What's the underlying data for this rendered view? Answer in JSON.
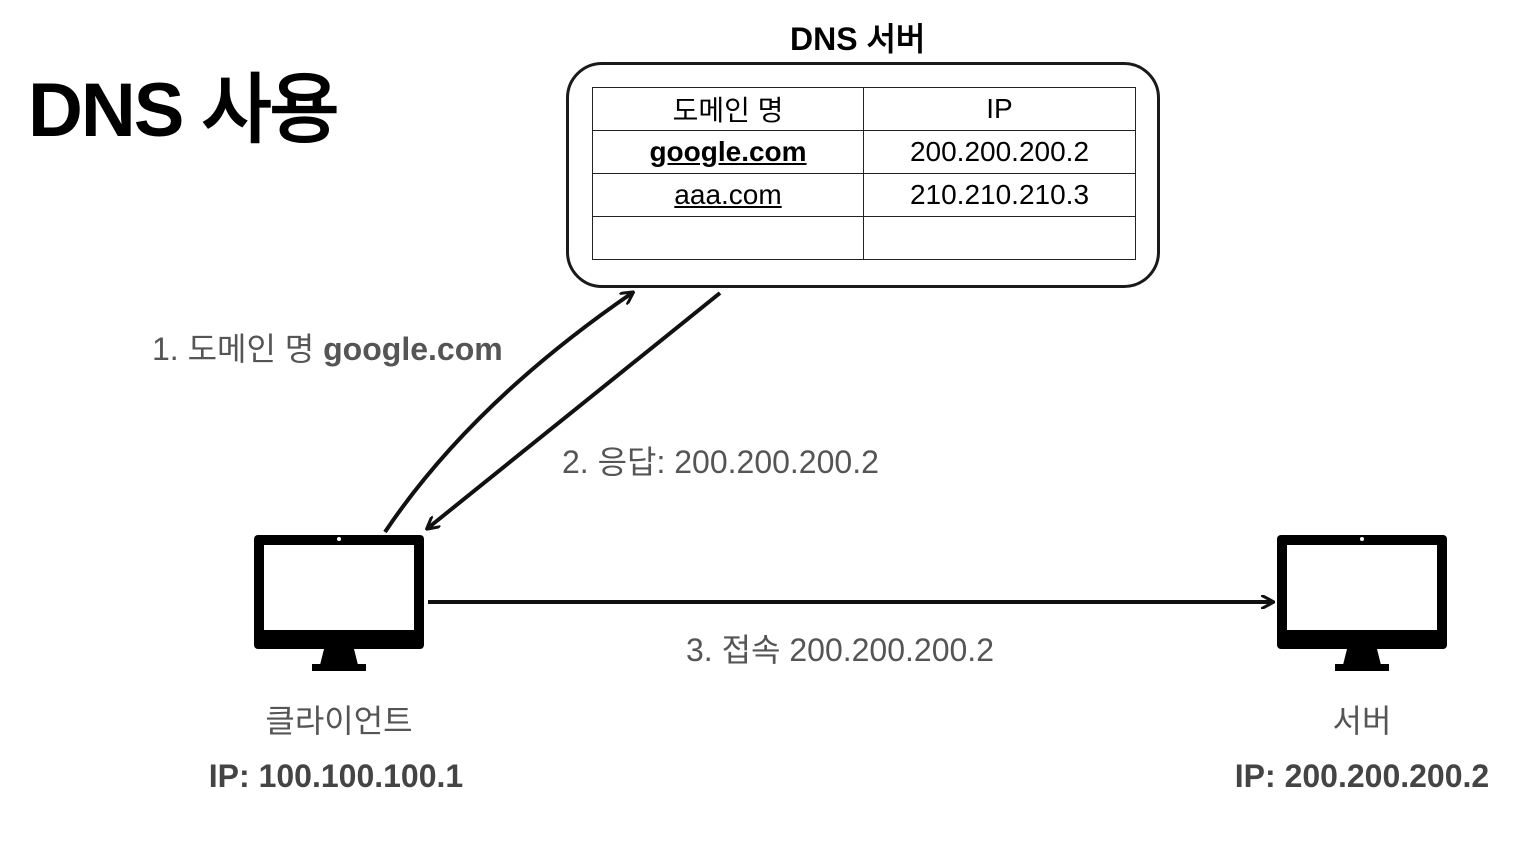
{
  "slide": {
    "title": "DNS 사용"
  },
  "dns_server": {
    "label": "DNS 서버",
    "table": {
      "headers": [
        "도메인 명",
        "IP"
      ],
      "rows": [
        [
          "google.com",
          "200.200.200.2"
        ],
        [
          "aaa.com",
          "210.210.210.3"
        ],
        [
          "",
          ""
        ]
      ]
    }
  },
  "steps": {
    "step1_prefix": "1. 도메인 명 ",
    "step1_domain": "google.com",
    "step2": "2. 응답: 200.200.200.2",
    "step3": "3. 접속 200.200.200.2"
  },
  "client": {
    "label": "클라이언트",
    "ip": "IP: 100.100.100.1"
  },
  "server": {
    "label": "서버",
    "ip": "IP: 200.200.200.2"
  },
  "icons": [
    "monitor-icon",
    "monitor-icon"
  ]
}
